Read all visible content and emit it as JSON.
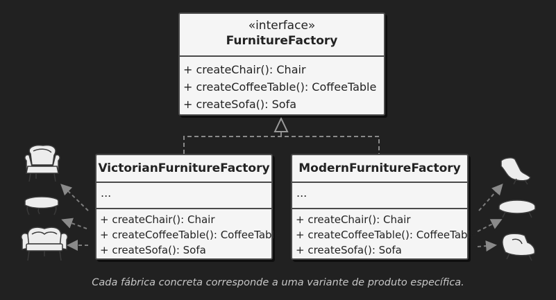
{
  "interface_box": {
    "stereotype": "«interface»",
    "name": "FurnitureFactory",
    "methods": [
      "+ createChair(): Chair",
      "+ createCoffeeTable(): CoffeeTable",
      "+ createSofa(): Sofa"
    ]
  },
  "victorian_box": {
    "name": "VictorianFurnitureFactory",
    "fields": "...",
    "methods": [
      "+ createChair(): Chair",
      "+ createCoffeeTable(): CoffeeTable",
      "+ createSofa(): Sofa"
    ]
  },
  "modern_box": {
    "name": "ModernFurnitureFactory",
    "fields": "...",
    "methods": [
      "+ createChair(): Chair",
      "+ createCoffeeTable(): CoffeeTable",
      "+ createSofa(): Sofa"
    ]
  },
  "icons": {
    "victorian": [
      "victorian-armchair-icon",
      "victorian-coffee-table-icon",
      "victorian-sofa-icon"
    ],
    "modern": [
      "modern-chair-icon",
      "modern-coffee-table-icon",
      "modern-sofa-icon"
    ]
  },
  "colors": {
    "background": "#212121",
    "box_fill": "#f5f5f5",
    "box_border": "#4a4a4a",
    "connector": "#8a8a8a"
  },
  "caption": "Cada fábrica concreta corresponde a uma variante de produto específica."
}
